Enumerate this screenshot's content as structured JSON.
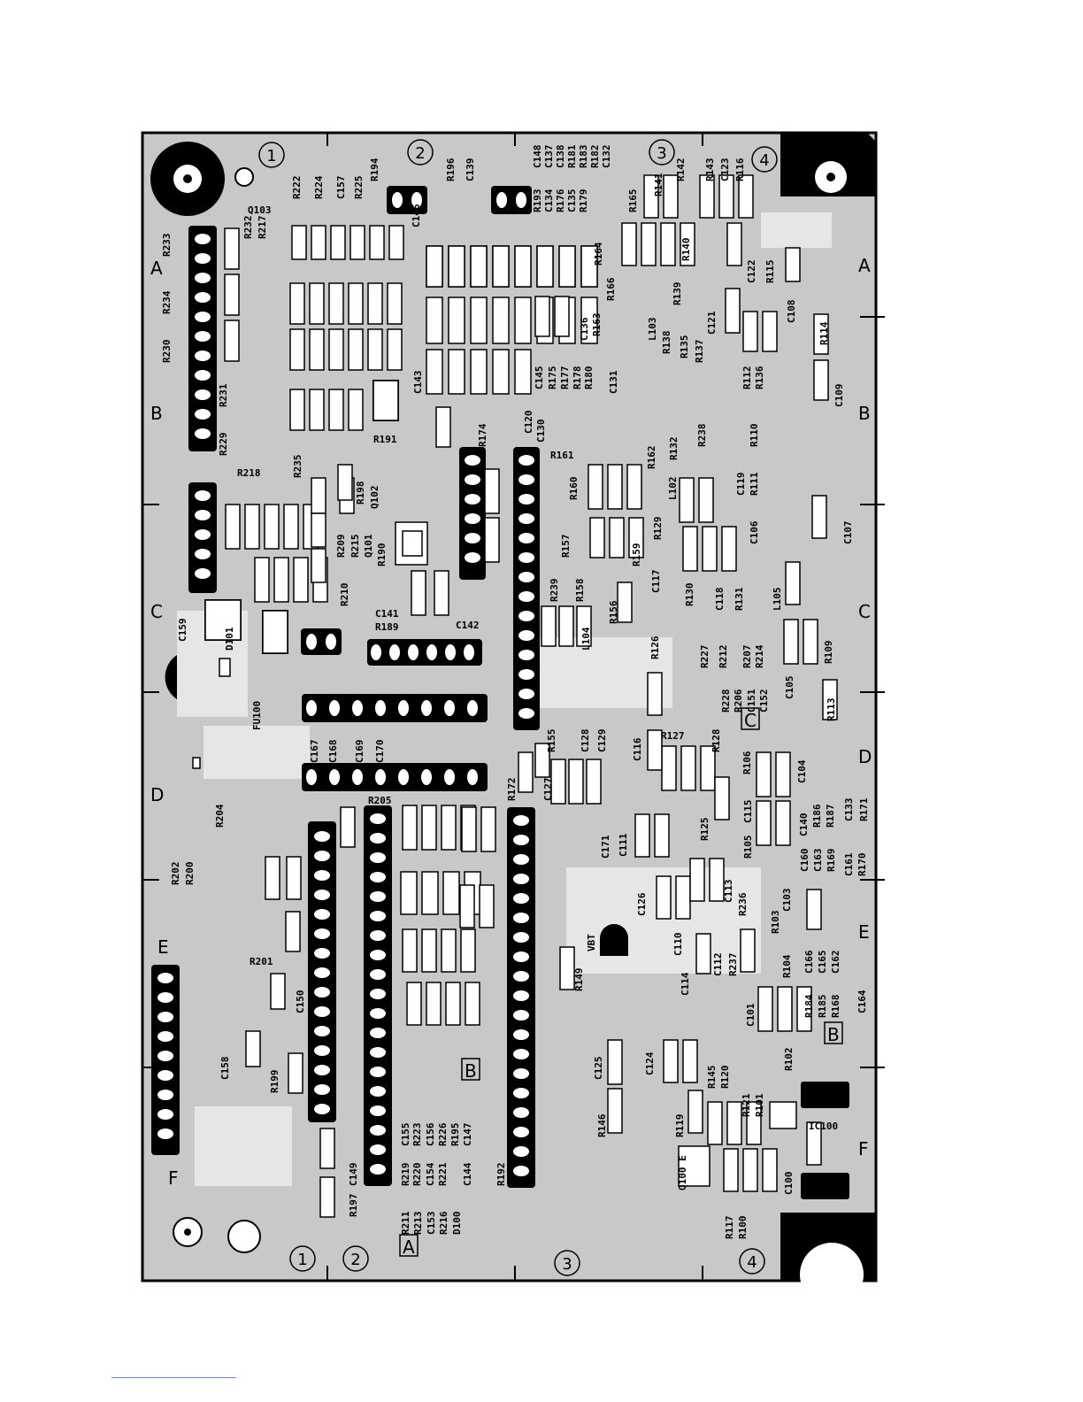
{
  "edge_letters": [
    "A",
    "B",
    "C",
    "D",
    "E",
    "F"
  ],
  "edge_numbers": [
    "1",
    "2",
    "3",
    "4"
  ],
  "reference_markers": {
    "a_text": "A",
    "b_text": "B",
    "c_text": "C"
  },
  "ic_label": "IC100",
  "vbt_label": "VBT",
  "labels": [
    {
      "id": "l-r233",
      "text": "R233"
    },
    {
      "id": "l-r234",
      "text": "R234"
    },
    {
      "id": "l-r230",
      "text": "R230"
    },
    {
      "id": "l-r231",
      "text": "R231"
    },
    {
      "id": "l-r229",
      "text": "R229"
    },
    {
      "id": "l-r218",
      "text": "R218"
    },
    {
      "id": "l-r222",
      "text": "R222"
    },
    {
      "id": "l-r224",
      "text": "R224"
    },
    {
      "id": "l-c157",
      "text": "C157"
    },
    {
      "id": "l-r225",
      "text": "R225"
    },
    {
      "id": "l-r194",
      "text": "R194"
    },
    {
      "id": "l-r196",
      "text": "R196"
    },
    {
      "id": "l-c139",
      "text": "C139"
    },
    {
      "id": "l-q103",
      "text": "Q103"
    },
    {
      "id": "l-r232",
      "text": "R232"
    },
    {
      "id": "l-r217",
      "text": "R217"
    },
    {
      "id": "l-c146",
      "text": "C146"
    },
    {
      "id": "l-r193",
      "text": "R193"
    },
    {
      "id": "l-c148",
      "text": "C148"
    },
    {
      "id": "l-c134",
      "text": "C134"
    },
    {
      "id": "l-c137",
      "text": "C137"
    },
    {
      "id": "l-r176",
      "text": "R176"
    },
    {
      "id": "l-c138",
      "text": "C138"
    },
    {
      "id": "l-c135",
      "text": "C135"
    },
    {
      "id": "l-r181",
      "text": "R181"
    },
    {
      "id": "l-r179",
      "text": "R179"
    },
    {
      "id": "l-r183",
      "text": "R183"
    },
    {
      "id": "l-r182",
      "text": "R182"
    },
    {
      "id": "l-c132",
      "text": "C132"
    },
    {
      "id": "l-r141",
      "text": "R141"
    },
    {
      "id": "l-r142",
      "text": "R142"
    },
    {
      "id": "l-r165",
      "text": "R165"
    },
    {
      "id": "l-r143",
      "text": "R143"
    },
    {
      "id": "l-c123",
      "text": "C123"
    },
    {
      "id": "l-r116",
      "text": "R116"
    },
    {
      "id": "l-r164",
      "text": "R164"
    },
    {
      "id": "l-r140",
      "text": "R140"
    },
    {
      "id": "l-r139",
      "text": "R139"
    },
    {
      "id": "l-c122",
      "text": "C122"
    },
    {
      "id": "l-r115",
      "text": "R115"
    },
    {
      "id": "l-c108",
      "text": "C108"
    },
    {
      "id": "l-r166",
      "text": "R166"
    },
    {
      "id": "l-c136",
      "text": "C136"
    },
    {
      "id": "l-r163",
      "text": "R163"
    },
    {
      "id": "l-l103",
      "text": "L103"
    },
    {
      "id": "l-r138",
      "text": "R138"
    },
    {
      "id": "l-c121",
      "text": "C121"
    },
    {
      "id": "l-r135",
      "text": "R135"
    },
    {
      "id": "l-r137",
      "text": "R137"
    },
    {
      "id": "l-r114",
      "text": "R114"
    },
    {
      "id": "l-c143",
      "text": "C143"
    },
    {
      "id": "l-c145",
      "text": "C145"
    },
    {
      "id": "l-r175",
      "text": "R175"
    },
    {
      "id": "l-r177",
      "text": "R177"
    },
    {
      "id": "l-r178",
      "text": "R178"
    },
    {
      "id": "l-r180",
      "text": "R180"
    },
    {
      "id": "l-c131",
      "text": "C131"
    },
    {
      "id": "l-r112",
      "text": "R112"
    },
    {
      "id": "l-r136",
      "text": "R136"
    },
    {
      "id": "l-c109",
      "text": "C109"
    },
    {
      "id": "l-r191",
      "text": "R191"
    },
    {
      "id": "l-r174",
      "text": "R174"
    },
    {
      "id": "l-c120",
      "text": "C120"
    },
    {
      "id": "l-c130",
      "text": "C130"
    },
    {
      "id": "l-r238",
      "text": "R238"
    },
    {
      "id": "l-r110",
      "text": "R110"
    },
    {
      "id": "l-r235",
      "text": "R235"
    },
    {
      "id": "l-r198",
      "text": "R198"
    },
    {
      "id": "l-q102",
      "text": "Q102"
    },
    {
      "id": "l-r161",
      "text": "R161"
    },
    {
      "id": "l-r162",
      "text": "R162"
    },
    {
      "id": "l-r132",
      "text": "R132"
    },
    {
      "id": "l-r160",
      "text": "R160"
    },
    {
      "id": "l-l102",
      "text": "L102"
    },
    {
      "id": "l-c119",
      "text": "C119"
    },
    {
      "id": "l-r111",
      "text": "R111"
    },
    {
      "id": "l-c106",
      "text": "C106"
    },
    {
      "id": "l-c107",
      "text": "C107"
    },
    {
      "id": "l-r209",
      "text": "R209"
    },
    {
      "id": "l-r215",
      "text": "R215"
    },
    {
      "id": "l-q101",
      "text": "Q101"
    },
    {
      "id": "l-r190",
      "text": "R190"
    },
    {
      "id": "l-r157",
      "text": "R157"
    },
    {
      "id": "l-r159",
      "text": "R159"
    },
    {
      "id": "l-r129",
      "text": "R129"
    },
    {
      "id": "l-r210",
      "text": "R210"
    },
    {
      "id": "l-r239",
      "text": "R239"
    },
    {
      "id": "l-r158",
      "text": "R158"
    },
    {
      "id": "l-c117",
      "text": "C117"
    },
    {
      "id": "l-r130",
      "text": "R130"
    },
    {
      "id": "l-c118",
      "text": "C118"
    },
    {
      "id": "l-r131",
      "text": "R131"
    },
    {
      "id": "l-l105",
      "text": "L105"
    },
    {
      "id": "l-c159",
      "text": "C159"
    },
    {
      "id": "l-d101",
      "text": "D101"
    },
    {
      "id": "l-c141",
      "text": "C141"
    },
    {
      "id": "l-r189",
      "text": "R189"
    },
    {
      "id": "l-c142",
      "text": "C142"
    },
    {
      "id": "l-r156",
      "text": "R156"
    },
    {
      "id": "l-l104",
      "text": "L104"
    },
    {
      "id": "l-r126",
      "text": "R126"
    },
    {
      "id": "l-r227",
      "text": "R227"
    },
    {
      "id": "l-r212",
      "text": "R212"
    },
    {
      "id": "l-r207",
      "text": "R207"
    },
    {
      "id": "l-r214",
      "text": "R214"
    },
    {
      "id": "l-r109",
      "text": "R109"
    },
    {
      "id": "l-r228",
      "text": "R228"
    },
    {
      "id": "l-r206",
      "text": "R206"
    },
    {
      "id": "l-c151",
      "text": "C151"
    },
    {
      "id": "l-c152",
      "text": "C152"
    },
    {
      "id": "l-c105",
      "text": "C105"
    },
    {
      "id": "l-r113",
      "text": "R113"
    },
    {
      "id": "l-fu100",
      "text": "FU100"
    },
    {
      "id": "l-c167",
      "text": "C167"
    },
    {
      "id": "l-c168",
      "text": "C168"
    },
    {
      "id": "l-c169",
      "text": "C169"
    },
    {
      "id": "l-c170",
      "text": "C170"
    },
    {
      "id": "l-r155",
      "text": "R155"
    },
    {
      "id": "l-c128",
      "text": "C128"
    },
    {
      "id": "l-c129",
      "text": "C129"
    },
    {
      "id": "l-c116",
      "text": "C116"
    },
    {
      "id": "l-r127",
      "text": "R127"
    },
    {
      "id": "l-r128",
      "text": "R128"
    },
    {
      "id": "l-r106",
      "text": "R106"
    },
    {
      "id": "l-c104",
      "text": "C104"
    },
    {
      "id": "l-c127",
      "text": "C127"
    },
    {
      "id": "l-r172",
      "text": "R172"
    },
    {
      "id": "l-r205",
      "text": "R205"
    },
    {
      "id": "l-r204",
      "text": "R204"
    },
    {
      "id": "l-c115",
      "text": "C115"
    },
    {
      "id": "l-c140",
      "text": "C140"
    },
    {
      "id": "l-r186",
      "text": "R186"
    },
    {
      "id": "l-r187",
      "text": "R187"
    },
    {
      "id": "l-c133",
      "text": "C133"
    },
    {
      "id": "l-r171",
      "text": "R171"
    },
    {
      "id": "l-r125",
      "text": "R125"
    },
    {
      "id": "l-r105",
      "text": "R105"
    },
    {
      "id": "l-c160",
      "text": "C160"
    },
    {
      "id": "l-c163",
      "text": "C163"
    },
    {
      "id": "l-r169",
      "text": "R169"
    },
    {
      "id": "l-c161",
      "text": "C161"
    },
    {
      "id": "l-r170",
      "text": "R170"
    },
    {
      "id": "l-c171",
      "text": "C171"
    },
    {
      "id": "l-c111",
      "text": "C111"
    },
    {
      "id": "l-r202",
      "text": "R202"
    },
    {
      "id": "l-r200",
      "text": "R200"
    },
    {
      "id": "l-c126",
      "text": "C126"
    },
    {
      "id": "l-c113",
      "text": "C113"
    },
    {
      "id": "l-r236",
      "text": "R236"
    },
    {
      "id": "l-c103",
      "text": "C103"
    },
    {
      "id": "l-c110",
      "text": "C110"
    },
    {
      "id": "l-r103",
      "text": "R103"
    },
    {
      "id": "l-r201",
      "text": "R201"
    },
    {
      "id": "l-r149",
      "text": "R149"
    },
    {
      "id": "l-c112",
      "text": "C112"
    },
    {
      "id": "l-r237",
      "text": "R237"
    },
    {
      "id": "l-r104",
      "text": "R104"
    },
    {
      "id": "l-c166",
      "text": "C166"
    },
    {
      "id": "l-c165",
      "text": "C165"
    },
    {
      "id": "l-c162",
      "text": "C162"
    },
    {
      "id": "l-c150",
      "text": "C150"
    },
    {
      "id": "l-c114",
      "text": "C114"
    },
    {
      "id": "l-r184",
      "text": "R184"
    },
    {
      "id": "l-r185",
      "text": "R185"
    },
    {
      "id": "l-r168",
      "text": "R168"
    },
    {
      "id": "l-c164",
      "text": "C164"
    },
    {
      "id": "l-c101",
      "text": "C101"
    },
    {
      "id": "l-c158",
      "text": "C158"
    },
    {
      "id": "l-r199",
      "text": "R199"
    },
    {
      "id": "l-c125",
      "text": "C125"
    },
    {
      "id": "l-c124",
      "text": "C124"
    },
    {
      "id": "l-r145",
      "text": "R145"
    },
    {
      "id": "l-r120",
      "text": "R120"
    },
    {
      "id": "l-r102",
      "text": "R102"
    },
    {
      "id": "l-r146",
      "text": "R146"
    },
    {
      "id": "l-r119",
      "text": "R119"
    },
    {
      "id": "l-r121",
      "text": "R121"
    },
    {
      "id": "l-r101",
      "text": "R101"
    },
    {
      "id": "l-r219",
      "text": "R219"
    },
    {
      "id": "l-c155",
      "text": "C155"
    },
    {
      "id": "l-r223",
      "text": "R223"
    },
    {
      "id": "l-r220",
      "text": "R220"
    },
    {
      "id": "l-c156",
      "text": "C156"
    },
    {
      "id": "l-c154",
      "text": "C154"
    },
    {
      "id": "l-r226",
      "text": "R226"
    },
    {
      "id": "l-r221",
      "text": "R221"
    },
    {
      "id": "l-r195",
      "text": "R195"
    },
    {
      "id": "l-c144",
      "text": "C144"
    },
    {
      "id": "l-c147",
      "text": "C147"
    },
    {
      "id": "l-r192",
      "text": "R192"
    },
    {
      "id": "l-r211",
      "text": "R211"
    },
    {
      "id": "l-r213",
      "text": "R213"
    },
    {
      "id": "l-c153",
      "text": "C153"
    },
    {
      "id": "l-r216",
      "text": "R216"
    },
    {
      "id": "l-d100",
      "text": "D100"
    },
    {
      "id": "l-c149",
      "text": "C149"
    },
    {
      "id": "l-r197",
      "text": "R197"
    },
    {
      "id": "l-q100",
      "text": "Q100 E"
    },
    {
      "id": "l-c100",
      "text": "C100"
    },
    {
      "id": "l-r117",
      "text": "R117"
    },
    {
      "id": "l-r100",
      "text": "R100"
    }
  ]
}
